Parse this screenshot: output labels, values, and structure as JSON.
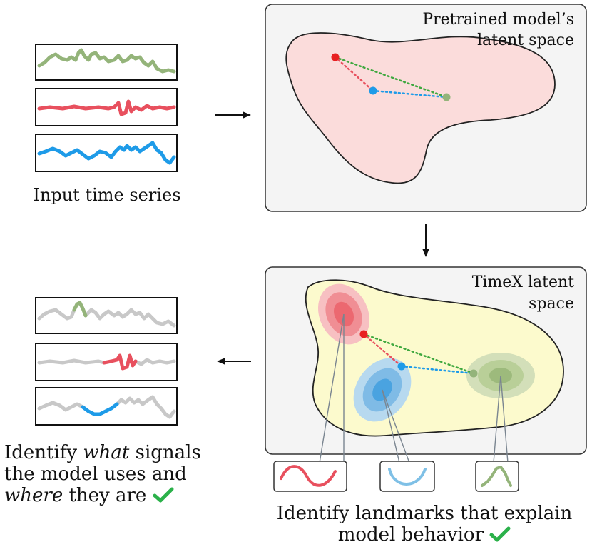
{
  "input_caption": "Input time series",
  "pretrained_panel": {
    "title_line1": "Pretrained model’s",
    "title_line2": "latent space"
  },
  "timex_panel": {
    "title_line1": "TimeX latent",
    "title_line2": "space"
  },
  "left_output": {
    "line1": "Identify ",
    "line1_em": "what",
    "line1_rest": " signals",
    "line2": "the model uses and",
    "line3_em": "where",
    "line3_rest": " they are"
  },
  "right_output": {
    "line1": "Identify landmarks that explain",
    "line2": "model behavior"
  },
  "colors": {
    "green": "#94b47a",
    "red": "#e8505e",
    "blue": "#1e9be8",
    "gray": "#c8c8c8",
    "pink_region": "#fbdcdb",
    "yellow_region": "#fcfacd",
    "panel_bg": "#f4f4f4",
    "check": "#2bb14a"
  },
  "icons": [
    "right-arrow-icon",
    "down-arrow-icon",
    "left-arrow-icon",
    "checkmark-icon"
  ]
}
